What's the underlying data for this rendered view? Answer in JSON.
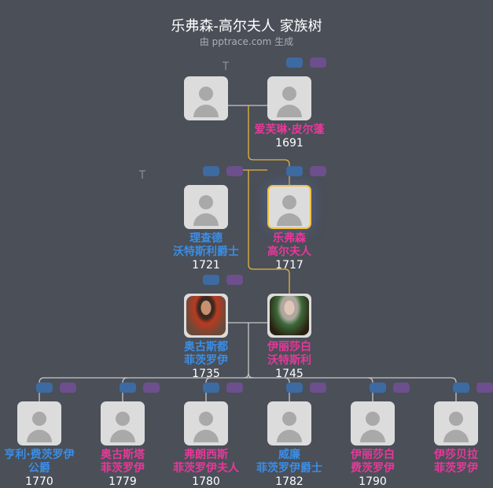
{
  "header": {
    "title": "乐弗森-高尔夫人 家族树",
    "subtitle": "由 pptrace.com 生成"
  },
  "colors": {
    "male": "#3a8ee6",
    "female": "#e8389a",
    "selected_border": "#f0c040",
    "background": "#4a4f58"
  },
  "people": [
    {
      "id": "g1a",
      "name1": "",
      "name2": "",
      "year": "",
      "gender": "m"
    },
    {
      "id": "g1b",
      "name1": "爱芙琳·皮尔蓬",
      "name2": "",
      "year": "1691",
      "gender": "f"
    },
    {
      "id": "g2a",
      "name1": "理查德",
      "name2": "沃特斯利爵士",
      "year": "1721",
      "gender": "m"
    },
    {
      "id": "g2b",
      "name1": "乐弗森",
      "name2": "高尔夫人",
      "year": "1717",
      "gender": "f",
      "selected": true
    },
    {
      "id": "g3a",
      "name1": "奥古斯都",
      "name2": "菲茨罗伊",
      "year": "1735",
      "gender": "m",
      "photo": "portrait"
    },
    {
      "id": "g3b",
      "name1": "伊丽莎白",
      "name2": "沃特斯利",
      "year": "1745",
      "gender": "f",
      "photo": "portrait"
    },
    {
      "id": "c1",
      "name1": "亨利·费茨罗伊",
      "name2": "公爵",
      "year": "1770",
      "gender": "m"
    },
    {
      "id": "c2",
      "name1": "奥古斯塔",
      "name2": "菲茨罗伊",
      "year": "1779",
      "gender": "f"
    },
    {
      "id": "c3",
      "name1": "弗朗西斯",
      "name2": "菲茨罗伊夫人",
      "year": "1780",
      "gender": "f"
    },
    {
      "id": "c4",
      "name1": "威廉",
      "name2": "菲茨罗伊爵士",
      "year": "1782",
      "gender": "m"
    },
    {
      "id": "c5",
      "name1": "伊丽莎白",
      "name2": "费茨罗伊",
      "year": "1790",
      "gender": "f"
    },
    {
      "id": "c6",
      "name1": "伊莎贝拉",
      "name2": "菲茨罗伊",
      "year": "",
      "gender": "f"
    }
  ]
}
